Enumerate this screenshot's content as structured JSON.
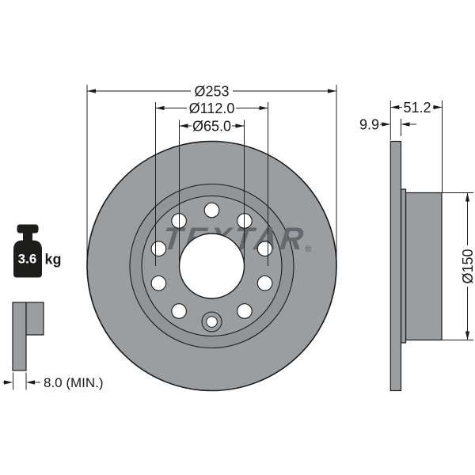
{
  "drawing": {
    "brand": {
      "logo": "TEXTAR",
      "registered_mark": "®"
    },
    "front_view": {
      "outer_diameter": "Ø253",
      "bolt_circle_diameter": "Ø112.0",
      "center_bore_diameter": "Ø65.0",
      "bolt_hole_count": 9,
      "has_locating_hole": true
    },
    "side_view": {
      "overall_width": "51.2",
      "disc_thickness": "9.9",
      "hat_diameter": "Ø150"
    },
    "weight": {
      "value": "3.6",
      "unit": "kg"
    },
    "wear_limit": {
      "label": "8.0 (MIN.)"
    },
    "colors": {
      "part_fill": "#9b9ea1",
      "friction_ring_fill": "#929598",
      "outline": "#1a1a1a",
      "watermark": "#65686c",
      "weight_icon": "#1d1d1b",
      "background": "#ffffff"
    }
  }
}
